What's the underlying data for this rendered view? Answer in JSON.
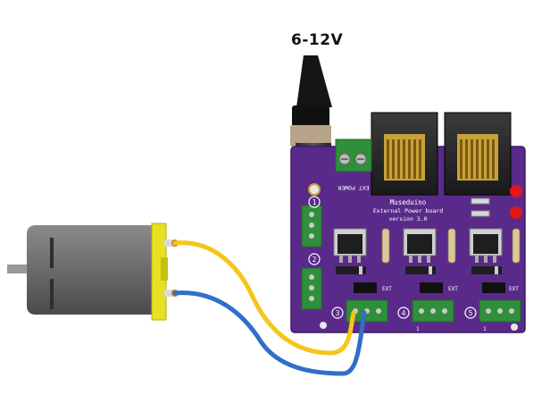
{
  "supply": {
    "voltage_label": "6-12V"
  },
  "board": {
    "name": "Museduino",
    "subtitle": "External Power board",
    "version": "version 3.0",
    "ext_power_label": "EXT POWER",
    "color": "#5a2a8a"
  },
  "channels": [
    {
      "number": "1"
    },
    {
      "number": "2"
    },
    {
      "number": "3",
      "jumper_label": "EXT"
    },
    {
      "number": "4",
      "jumper_label": "EXT"
    },
    {
      "number": "5",
      "jumper_label": "EXT"
    }
  ],
  "terminal_pin_label": "1",
  "wires": {
    "positive_color": "#f5c518",
    "negative_color": "#2f6fc8"
  },
  "motor": {
    "body_color": "#6b6b6b",
    "endcap_color": "#e8e020"
  },
  "colors": {
    "terminal_green": "#2f8f3a",
    "led_red": "#e01818"
  }
}
